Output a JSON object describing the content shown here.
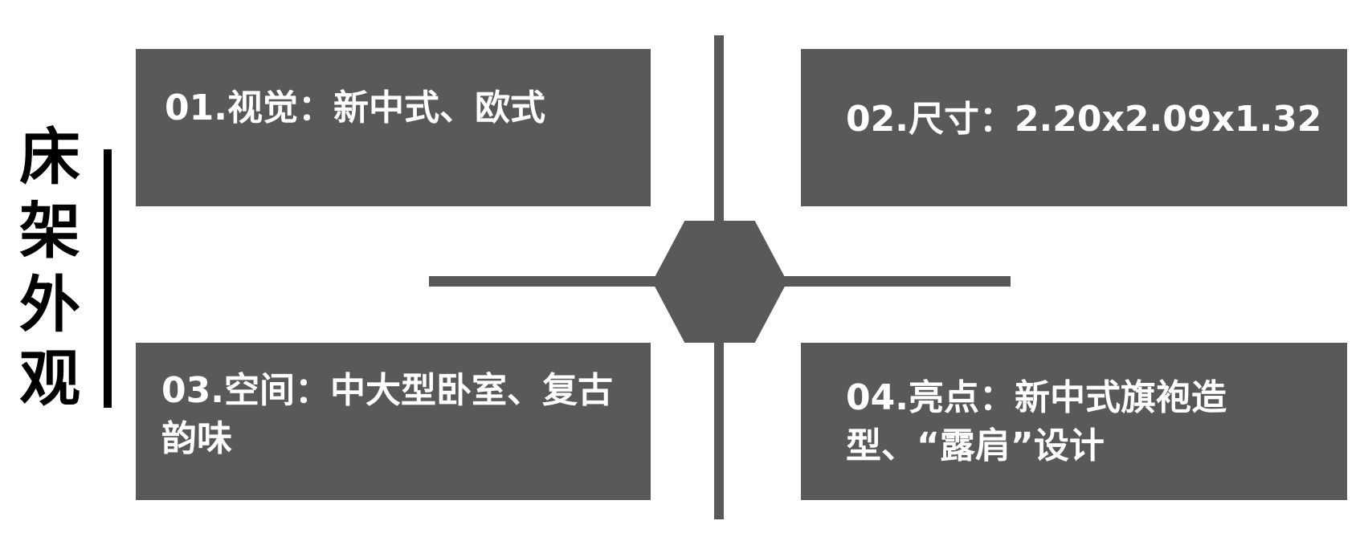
{
  "title": {
    "chars": [
      "床",
      "架",
      "外",
      "观"
    ]
  },
  "items": [
    {
      "text": "01.视觉：新中式、欧式"
    },
    {
      "text": "02.尺寸：2.20x2.09x1.32"
    },
    {
      "text": "03.空间：中大型卧室、复古韵味"
    },
    {
      "text": "04.亮点：新中式旗袍造型、“露肩”设计"
    }
  ],
  "colors": {
    "box": "#595959",
    "text": "#ffffff",
    "title": "#000000"
  }
}
